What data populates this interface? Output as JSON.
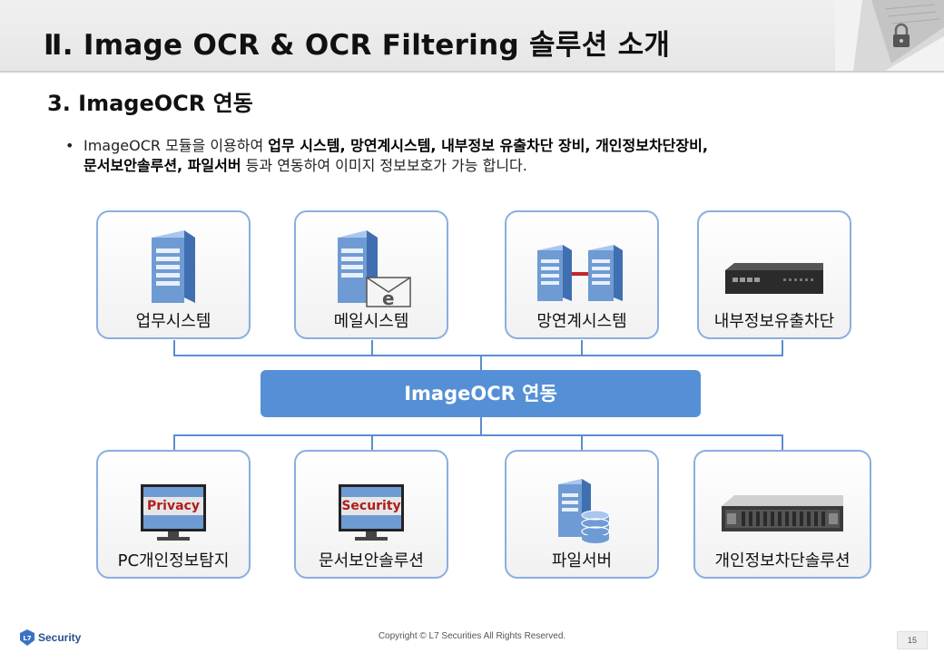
{
  "title": "Ⅱ. Image OCR & OCR Filtering 솔루션 소개",
  "section_title": "3. ImageOCR 연동",
  "description": {
    "p1": "ImageOCR 모듈을 이용하여 ",
    "b1": "업무 시스템,  망연계시스템,  내부정보 유출차단 장비, 개인정보차단장비,",
    "b2": "문서보안솔루션,  파일서버",
    "p2": " 등과 연동하여 이미지 정보보호가 가능 합니다."
  },
  "hub_label": "ImageOCR 연동",
  "top_boxes": [
    {
      "label": "업무시스템",
      "icon": "server-icon"
    },
    {
      "label": "메일시스템",
      "icon": "mail-server-icon"
    },
    {
      "label": "망연계시스템",
      "icon": "linked-servers-icon"
    },
    {
      "label": "내부정보유출차단",
      "icon": "network-appliance-icon"
    }
  ],
  "bottom_boxes": [
    {
      "label": "PC개인정보탐지",
      "icon": "monitor-icon",
      "screen_text": "Privacy"
    },
    {
      "label": "문서보안솔루션",
      "icon": "monitor-icon",
      "screen_text": "Security"
    },
    {
      "label": "파일서버",
      "icon": "file-server-icon"
    },
    {
      "label": "개인정보차단솔루션",
      "icon": "rack-server-icon"
    }
  ],
  "footer": {
    "logo_text": "Security",
    "logo_mark": "L7",
    "copyright": "Copyright © L7 Securities All Rights Reserved.",
    "page": "15"
  },
  "colors": {
    "box_border": "#8aaee0",
    "hub": "#5590d6",
    "connector": "#5b8dcf",
    "server_blue": "#6f9bd4",
    "screen_text": "#b01c1c"
  }
}
